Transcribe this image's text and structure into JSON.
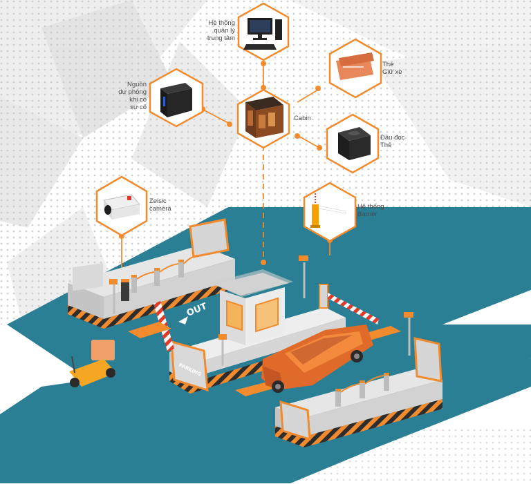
{
  "components": {
    "central_system": {
      "label": "Hệ thống\nquản lý\ntrung tâm",
      "icon": "computer-icon"
    },
    "backup_power": {
      "label": "Nguồn\ndự phòng\nkhi có\nsự cố",
      "icon": "ups-icon"
    },
    "cabin": {
      "label": "Cabin",
      "icon": "cabin-icon"
    },
    "parking_card": {
      "label": "Thẻ\nGiữ xe",
      "icon": "card-icon"
    },
    "card_reader": {
      "label": "Đầu đọc\nThẻ",
      "icon": "card-reader-icon"
    },
    "camera": {
      "label": "Zeisic\ncamera",
      "icon": "camera-icon"
    },
    "barrier": {
      "label": "Hệ thống\nBarrier",
      "icon": "barrier-icon"
    }
  },
  "scene": {
    "road_marking": "OUT",
    "booth_sign": "PARKING"
  },
  "colors": {
    "accent": "#f28a2e",
    "road": "#2a7f94",
    "barrier_stripe": "#333333",
    "wall": "#d9d9d9"
  }
}
